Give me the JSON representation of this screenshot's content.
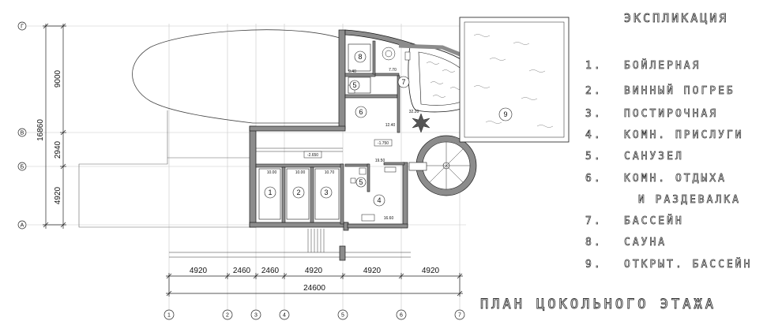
{
  "legend": {
    "title": "ЭКСПЛИКАЦИЯ",
    "items": [
      {
        "num": "1.",
        "text": "БОЙЛЕРНАЯ"
      },
      {
        "num": "2.",
        "text": "ВИННЫЙ ПОГРЕБ"
      },
      {
        "num": "3.",
        "text": "ПОСТИРОЧНАЯ"
      },
      {
        "num": "4.",
        "text": "КОМН. ПРИСЛУГИ"
      },
      {
        "num": "5.",
        "text": "САНУЗЕЛ"
      },
      {
        "num": "6.",
        "text": "КОМН. ОТДЫХА"
      },
      {
        "num": "",
        "text": "И РАЗДЕВАЛКА"
      },
      {
        "num": "7.",
        "text": "БАССЕЙН"
      },
      {
        "num": "8.",
        "text": "САУНА"
      },
      {
        "num": "9.",
        "text": "ОТКРЫТ. БАССЕЙН"
      }
    ]
  },
  "plan_title": "ПЛАН ЦОКОЛЬНОГО ЭТАЖА",
  "axes": {
    "rows": [
      "Г",
      "В",
      "Б",
      "А"
    ],
    "columns": [
      "1",
      "2",
      "3",
      "4",
      "5",
      "6",
      "7"
    ]
  },
  "dimensions": {
    "vertical_total": "16860",
    "vertical_parts": [
      "9000",
      "2940",
      "4920"
    ],
    "horizontal_parts": [
      "4920",
      "2460",
      "2460",
      "4920",
      "4920",
      "4920"
    ],
    "horizontal_total": "24600"
  },
  "rooms": {
    "labels": [
      "1",
      "2",
      "3",
      "4",
      "5",
      "5",
      "6",
      "7",
      "8",
      "9"
    ],
    "areas": [
      "10.00",
      "10.00",
      "10.70",
      "16.60",
      "9.40",
      "7.70",
      "12.40",
      "32.20",
      "19.50"
    ],
    "levels": [
      "-1.750",
      "-2.650"
    ]
  },
  "colors": {
    "wall_fill": "#8c8c8c",
    "line": "#1a1a1a",
    "grid": "#bdbdbd"
  }
}
